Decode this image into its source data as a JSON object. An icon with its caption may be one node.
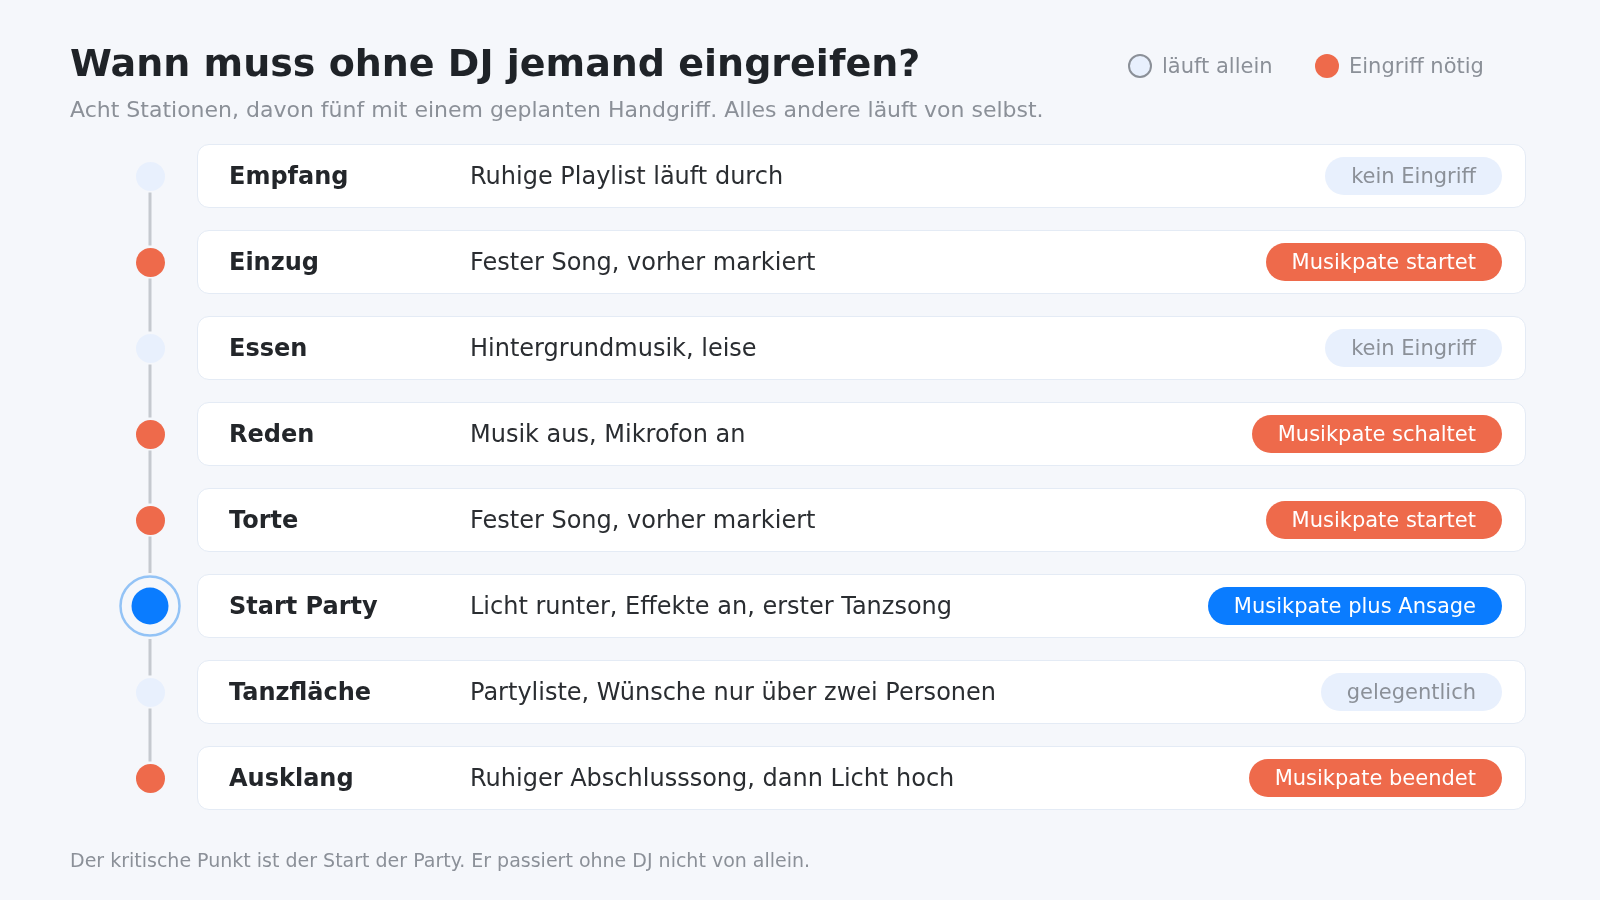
{
  "diagram": {
    "title": "Wann muss ohne DJ jemand eingreifen?",
    "caption": "Der kritische Punkt ist der Start der Party. Er passiert ohne DJ nicht von allein.",
    "nodes": [
      {
        "text": [],
        "shape": "circle"
      },
      {
        "text": [
          "Empfang",
          "Ruhige Playlist läuft durch"
        ]
      },
      {
        "text": [
          "kein Eingriff"
        ],
        "in": 1
      },
      {
        "text": [],
        "shape": "circle"
      },
      {
        "text": [
          "Einzug",
          "Fester Song, vorher markiert"
        ]
      },
      {
        "text": [
          "Musikpate startet"
        ],
        "in": 4
      },
      {
        "text": [],
        "shape": "circle"
      },
      {
        "text": [
          "Essen",
          "Hintergrundmusik, leise"
        ]
      },
      {
        "text": [
          "kein Eingriff"
        ],
        "in": 7
      },
      {
        "text": [],
        "shape": "circle"
      },
      {
        "text": [
          "Reden",
          "Musik aus, Mikrofon an"
        ]
      },
      {
        "text": [
          "Musikpate schaltet"
        ],
        "in": 10
      },
      {
        "text": [],
        "shape": "circle"
      },
      {
        "text": [
          "Torte",
          "Fester Song, vorher markiert"
        ]
      },
      {
        "text": [
          "Musikpate startet"
        ],
        "in": 13
      },
      {
        "text": [],
        "shape": "circle"
      },
      {
        "text": [
          "Start Party",
          "Licht runter, Effekte an, erster Tanzsong"
        ]
      },
      {
        "text": [
          "Musikpate plus Ansage"
        ],
        "in": 16
      },
      {
        "text": [],
        "shape": "circle"
      },
      {
        "text": [
          "Tanzfläche",
          "Partyliste, Wünsche nur über zwei Personen"
        ]
      },
      {
        "text": [
          "gelegentlich"
        ],
        "in": 19
      },
      {
        "text": [],
        "shape": "circle"
      },
      {
        "text": [
          "Ausklang",
          "Ruhiger Abschlusssong, dann Licht hoch"
        ]
      },
      {
        "text": [
          "Musikpate beendet"
        ],
        "in": 22
      }
    ],
    "edges": [
      {
        "from": 0,
        "to": 3,
        "arrow": "none"
      },
      {
        "from": 3,
        "to": 6,
        "arrow": "none"
      },
      {
        "from": 6,
        "to": 9,
        "arrow": "none"
      },
      {
        "from": 9,
        "to": 12,
        "arrow": "none"
      },
      {
        "from": 12,
        "to": 15,
        "arrow": "none"
      },
      {
        "from": 15,
        "to": 18,
        "arrow": "none"
      },
      {
        "from": 18,
        "to": 21,
        "arrow": "none"
      }
    ],
    "labels": [
      "Acht Stationen, davon fünf mit einem geplanten Handgriff. Alles andere läuft von selbst."
    ],
    "legend": [
      {
        "text": "läuft allein",
        "color": "#e8f0fd"
      },
      {
        "text": "Eingriff nötig",
        "color": "#ee6a4b"
      }
    ]
  }
}
